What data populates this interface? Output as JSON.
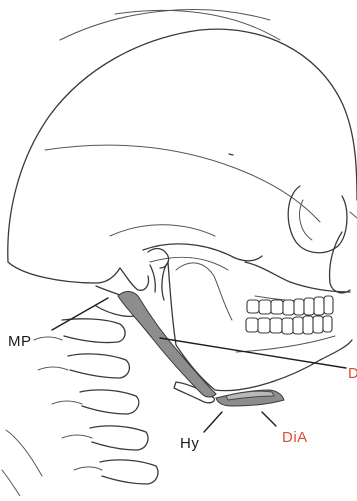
{
  "labels": {
    "mp": "MP",
    "hy": "Hy",
    "dia": "DiA",
    "d_cut": "D"
  },
  "colors": {
    "line": "#3a3a3a",
    "muscle": "#8d8d8d",
    "red_label": "#d94b3a",
    "dark_label": "#1c1c1c"
  }
}
